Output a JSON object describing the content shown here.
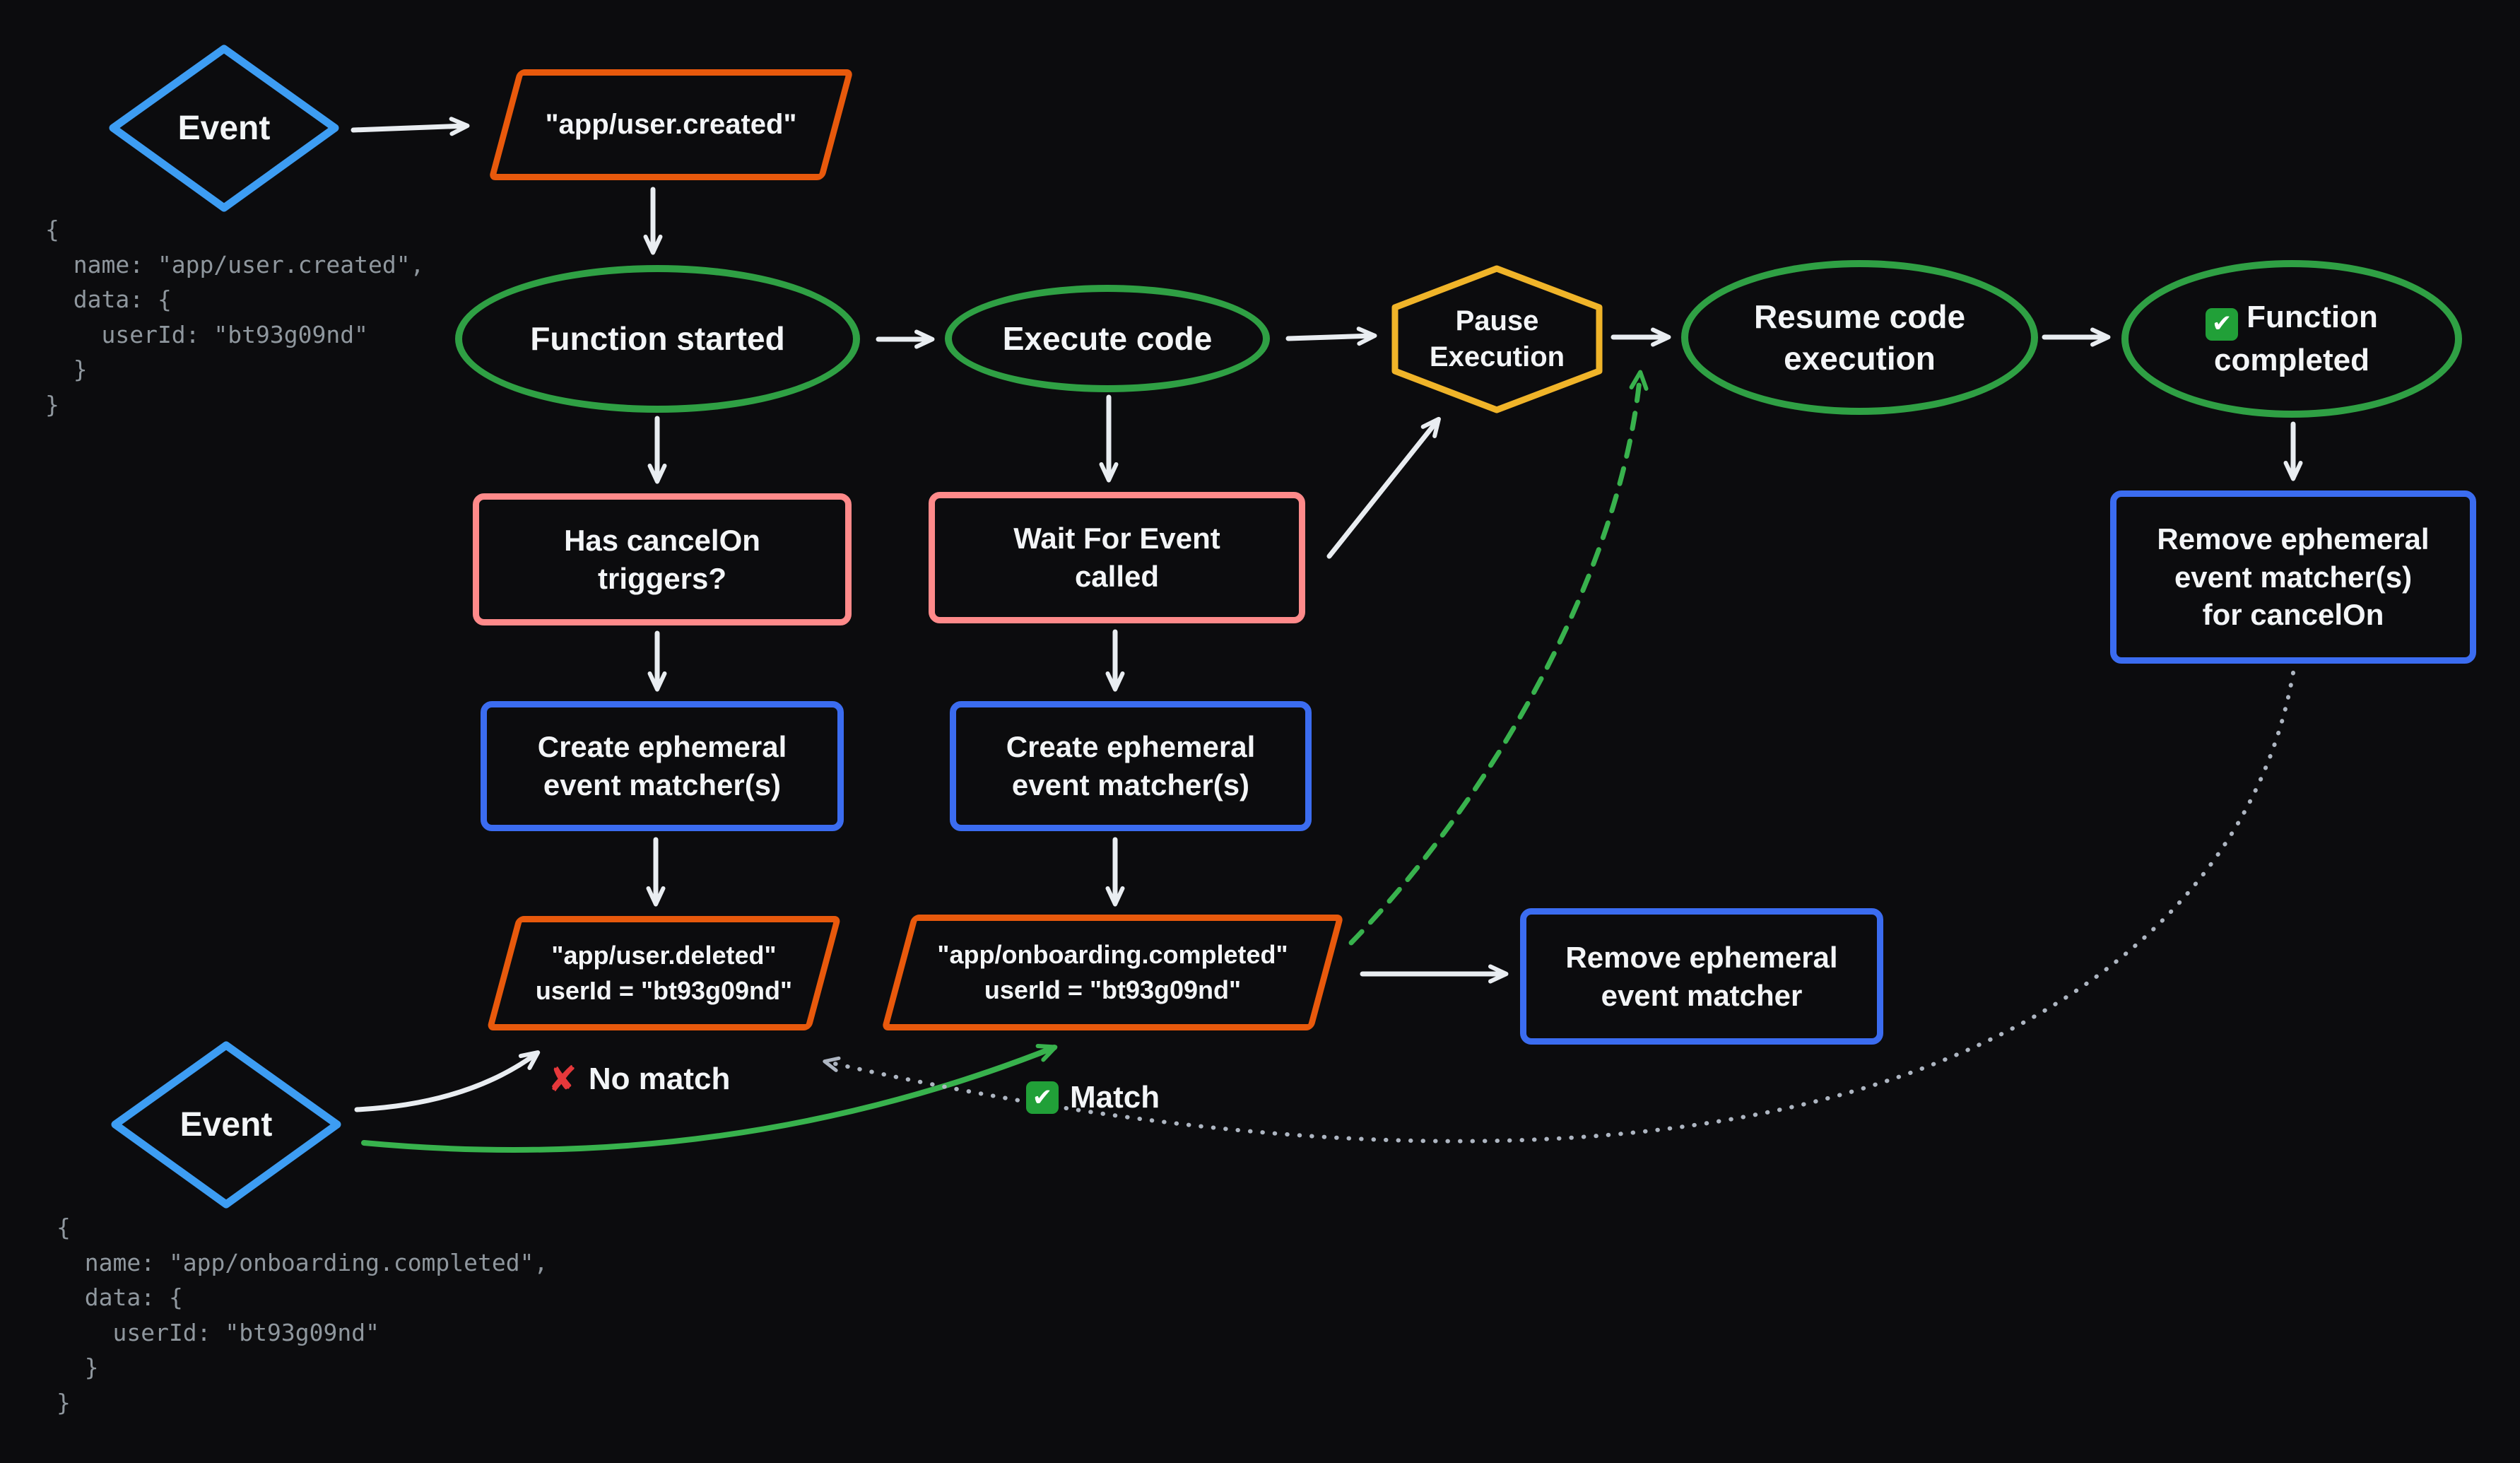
{
  "colors": {
    "background": "#0c0c0e",
    "blue_diamond": "#3d9df3",
    "blue_rect": "#3b6cf0",
    "green_shape": "#2fa044",
    "green_arrow": "#38b24d",
    "orange_shape": "#e8590c",
    "pink_shape": "#ff8a8a",
    "amber_shape": "#f0b429",
    "arrow_white": "#e9edf1",
    "dotted_gray": "#aeb6c2",
    "text": "#f3f5f7",
    "code_text": "#8f979e"
  },
  "icons": {
    "check": "✔",
    "cross": "✘"
  },
  "nodes": {
    "event_top": {
      "label": "Event"
    },
    "trigger_event": {
      "label": "\"app/user.created\""
    },
    "function_started": {
      "label": "Function started"
    },
    "execute_code": {
      "label": "Execute code"
    },
    "pause_execution": {
      "label": "Pause\nExecution"
    },
    "resume_execution": {
      "label": "Resume code\nexecution"
    },
    "function_completed": {
      "label": "Function\ncompleted"
    },
    "remove_matchers_cancelon": {
      "label": "Remove ephemeral\nevent matcher(s)\nfor cancelOn"
    },
    "has_cancelon": {
      "label": "Has cancelOn\ntriggers?"
    },
    "wait_for_event": {
      "label": "Wait For Event\ncalled"
    },
    "create_matchers_cancelon": {
      "label": "Create ephemeral\nevent matcher(s)"
    },
    "create_matchers_wait": {
      "label": "Create ephemeral\nevent matcher(s)"
    },
    "matcher_user_deleted": {
      "label": "\"app/user.deleted\"\nuserId = \"bt93g09nd\""
    },
    "matcher_onboarding": {
      "label": "\"app/onboarding.completed\"\nuserId = \"bt93g09nd\""
    },
    "remove_matcher": {
      "label": "Remove ephemeral\nevent matcher"
    },
    "event_bottom": {
      "label": "Event"
    }
  },
  "annotations": {
    "no_match": "No match",
    "match": "Match"
  },
  "code_blocks": {
    "user_created": "{\n  name: \"app/user.created\",\n  data: {\n    userId: \"bt93g09nd\"\n  }\n}",
    "onboarding_completed": "{\n  name: \"app/onboarding.completed\",\n  data: {\n    userId: \"bt93g09nd\"\n  }\n}"
  }
}
